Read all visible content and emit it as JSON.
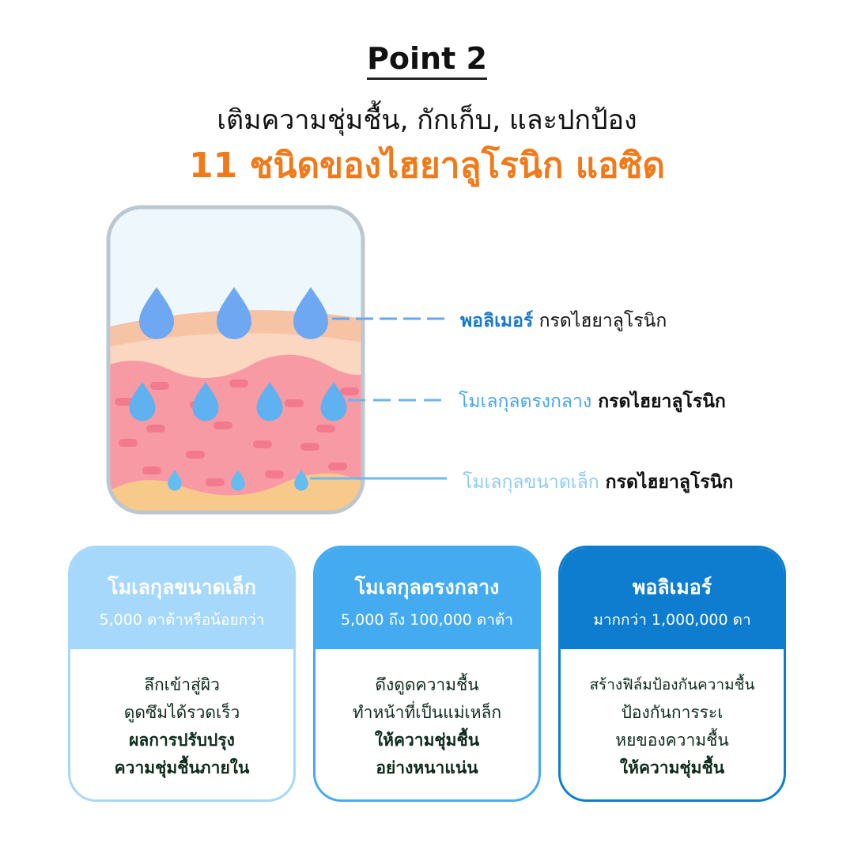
{
  "header": {
    "title": "Point 2",
    "subtitle": "เติมความชุ่มชื้น, กักเก็บ, และปกป้อง",
    "headline": "11 ชนิดของไฮยาลูโรนิก แอซิด"
  },
  "labels": [
    {
      "type": "พอลิเมอร์",
      "suffix": " กรดไฮยาลูโรนิก",
      "color": "#1878cc"
    },
    {
      "type": "โมเลกุลตรงกลาง",
      "suffix": " กรดไฮยาลูโรนิก",
      "color": "#4aa6ee"
    },
    {
      "type": "โมเลกุลขนาดเล็ก",
      "suffix": " กรดไฮยาลูโรนิก",
      "color": "#8ecbf7"
    }
  ],
  "cards": [
    {
      "title": "โมเลกุลขนาดเล็ก",
      "size": "5,000 ดาต้าหรือน้อยกว่า",
      "lines": [
        "ลึกเข้าสู่ผิว",
        "ดูดซึมได้รวดเร็ว"
      ],
      "bold": [
        "ผลการปรับปรุง",
        "ความชุ่มชื้นภายใน"
      ],
      "color": "#a6d8fb"
    },
    {
      "title": "โมเลกุลตรงกลาง",
      "size": "5,000 ถึง 100,000 ดาต้า",
      "lines": [
        "ดึงดูดความชื้น",
        "ทำหน้าที่เป็นแม่เหล็ก"
      ],
      "bold": [
        "ให้ความชุ่มชื้น",
        "อย่างหนาแน่น"
      ],
      "color": "#44abf0"
    },
    {
      "title": "พอลิเมอร์",
      "size": "มากกว่า 1,000,000 ดา",
      "lines": [
        "สร้างฟิล์มป้องกันความชื้น",
        "ป้องกันการระเ",
        "หยของความชื้น"
      ],
      "bold": [
        "ให้ความชุ่มชื้น"
      ],
      "color": "#0e7dd0"
    }
  ]
}
